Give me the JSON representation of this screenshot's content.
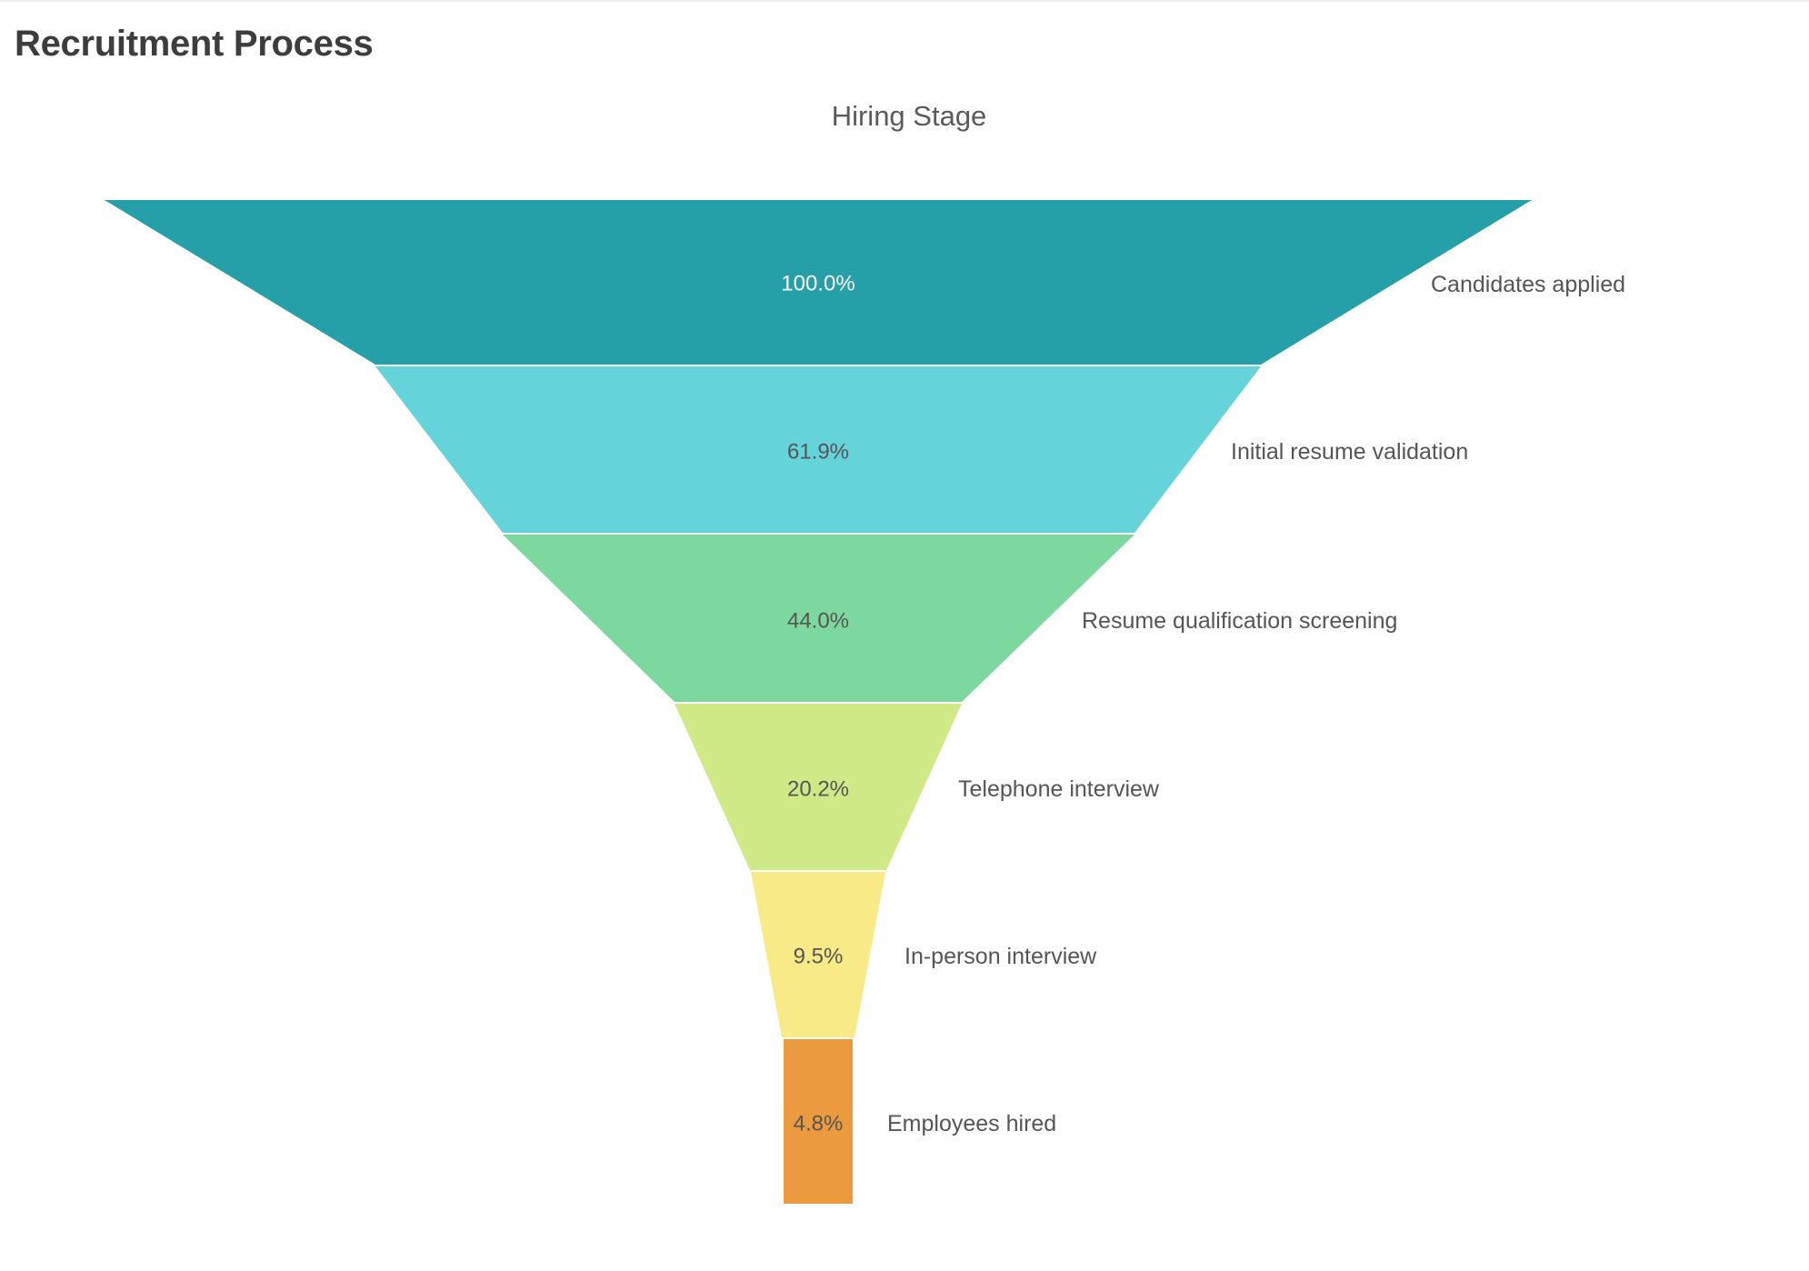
{
  "page": {
    "title": "Recruitment Process"
  },
  "chart_data": {
    "type": "funnel",
    "title": "Hiring Stage",
    "categories": [
      "Candidates applied",
      "Initial resume validation",
      "Resume qualification screening",
      "Telephone interview",
      "In-person interview",
      "Employees hired"
    ],
    "values_percent": [
      100.0,
      61.9,
      44.0,
      20.2,
      9.5,
      4.8
    ],
    "labels": [
      "100.0%",
      "61.9%",
      "44.0%",
      "20.2%",
      "9.5%",
      "4.8%"
    ],
    "colors": [
      "#25a0a8",
      "#64d4da",
      "#7dd89f",
      "#cfe987",
      "#f8ea86",
      "#ec9a3f"
    ],
    "legend": "none",
    "label_position": "right"
  }
}
